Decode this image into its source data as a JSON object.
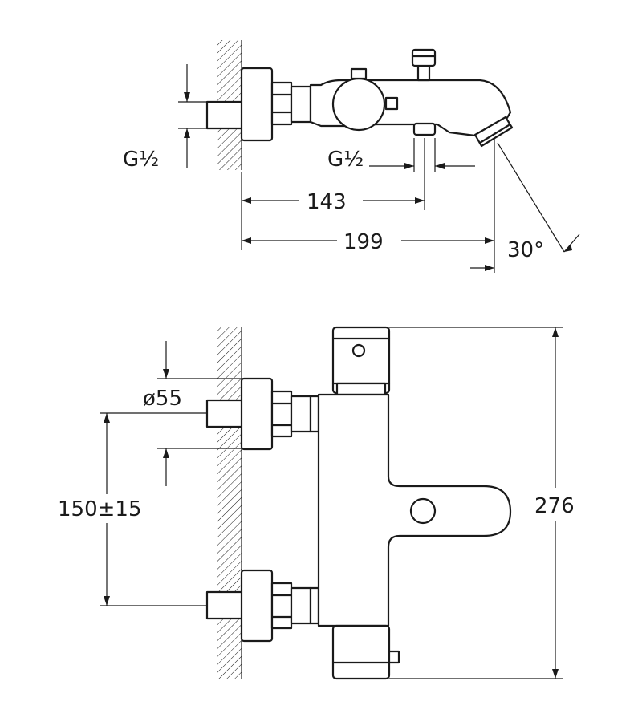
{
  "top_view": {
    "inlet_thread_label": "G½",
    "outlet_thread_label": "G½",
    "dim_143": "143",
    "dim_199": "199",
    "spout_angle": "30°"
  },
  "front_view": {
    "escutcheon_diameter": "ø55",
    "inlet_spacing": "150±15",
    "overall_height": "276"
  }
}
